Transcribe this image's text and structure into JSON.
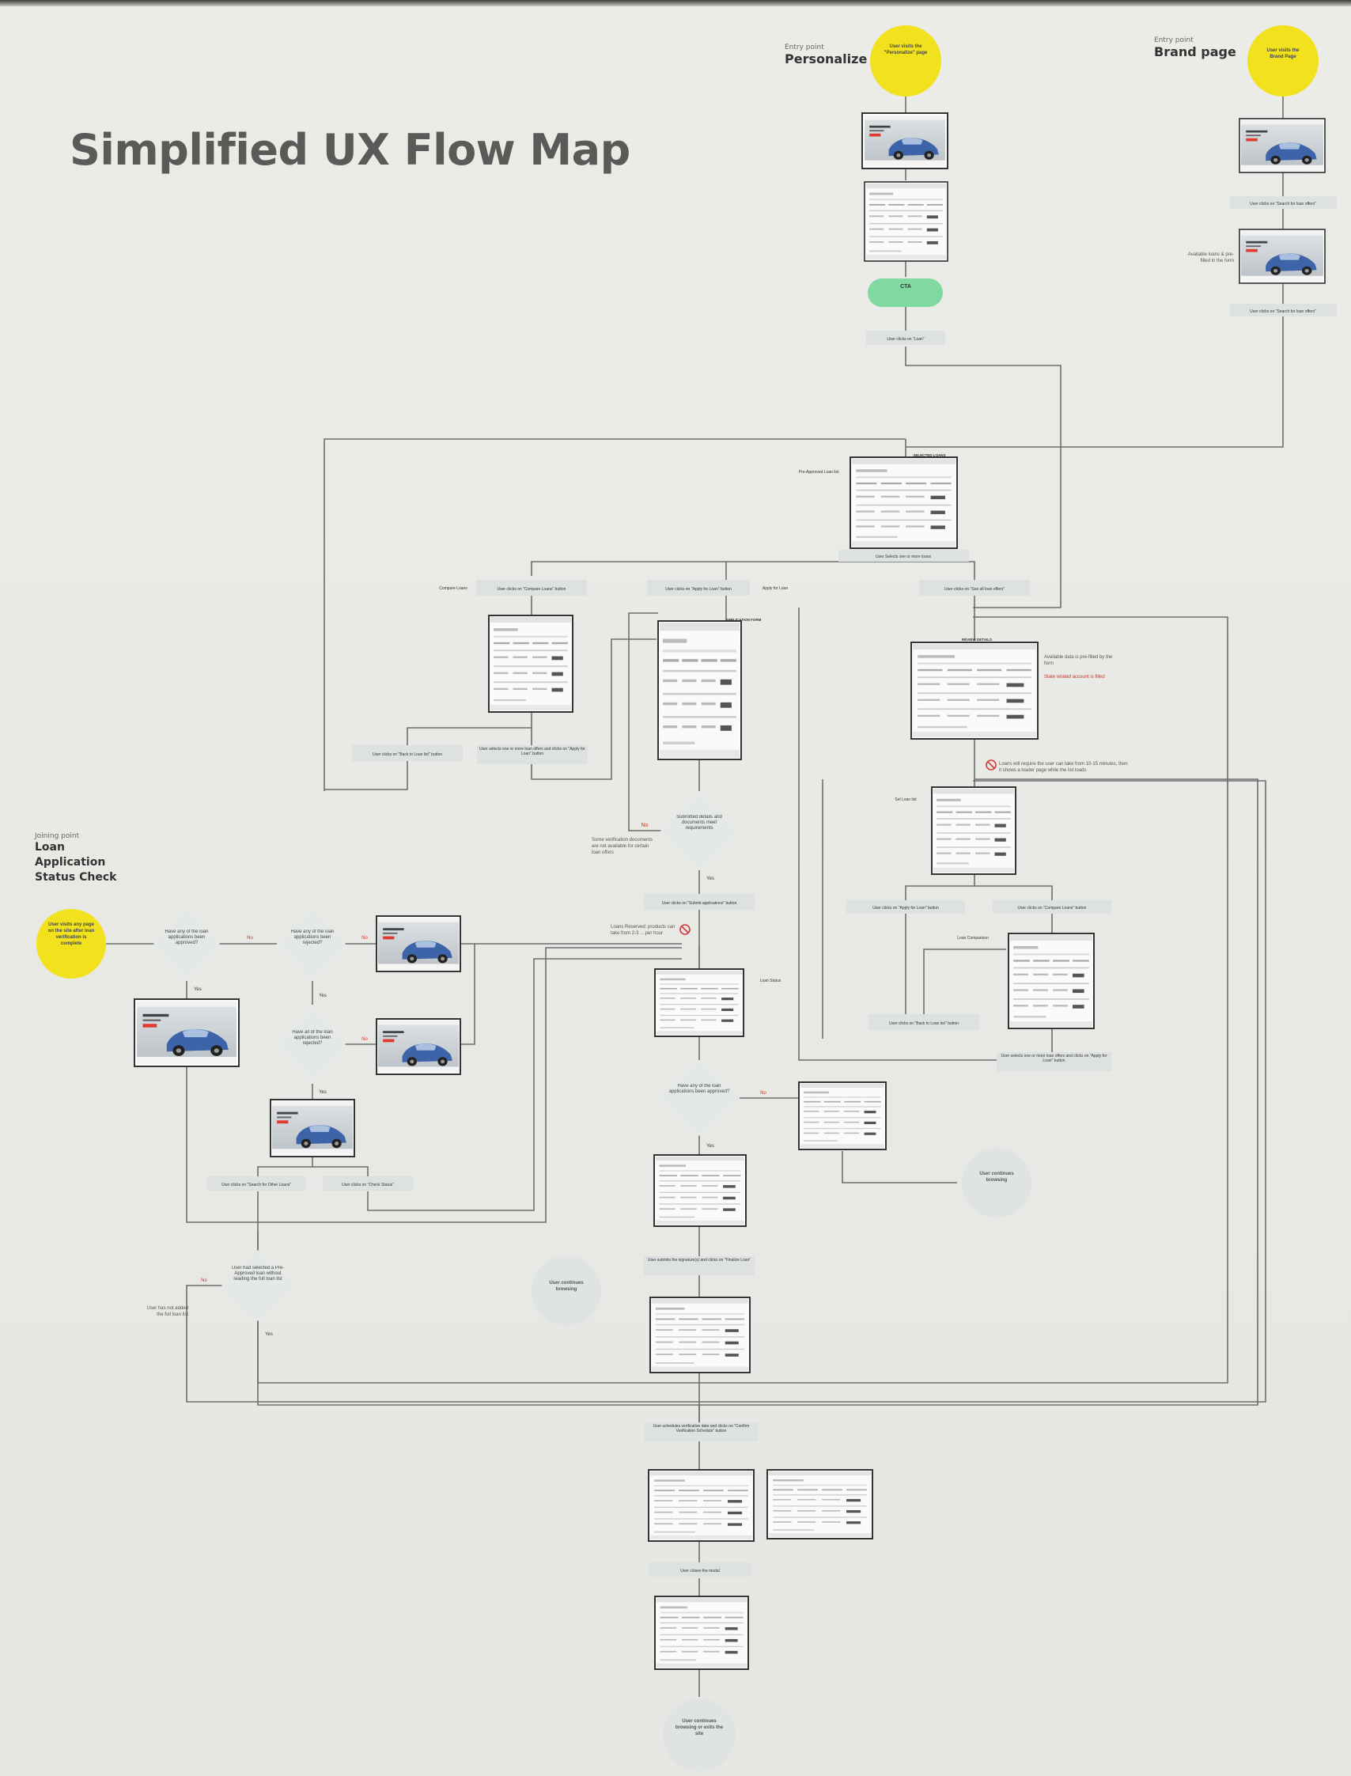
{
  "title": "Simplified UX Flow Map",
  "entry_points": [
    {
      "caption": "Entry point",
      "name": "Personalize"
    },
    {
      "caption": "Entry point",
      "name": "Brand page"
    },
    {
      "caption": "Joining point",
      "name": "Loan Application Status Check"
    }
  ],
  "circles": {
    "visit_personalize": "User visits the \"Personalize\" page",
    "visit_brand": "User visits the Brand Page",
    "visit_any_page": "User visits any page on the site after loan verification is complete",
    "continue_1": "User continues browsing",
    "continue_2": "User continues browsing",
    "continue_exit": "User continues browsing or exits the site"
  },
  "cta": "CTA",
  "labels": {
    "clicks_loan": "User clicks on \"Loan\"",
    "brand_search": "User clicks on \"Search for loan offers\"",
    "brand_filter": "User clicks on \"Search for loan offers\"",
    "brand_note": "Available loans & pre-filled in the form",
    "approved_list": "Pre-Approved Loan list",
    "selects_one": "User Selects one or more loans",
    "compare_btn": "User clicks on \"Compare Loans\" button",
    "apply_btn": "User clicks on \"Apply for Loan\" button",
    "see_offers_btn": "User clicks on \"See all loan offers\"",
    "compare_loans": "Compare Loans",
    "apply_for_loan": "Apply for Loan",
    "back_list": "User clicks on \"Back to Loan list\" button",
    "select_apply": "User selects one or more loan offers and clicks on \"Apply for Loan\" button",
    "prefilled_note": "Available data is pre-filled by the form",
    "state_note": "State related account is filled",
    "timing_note": "Loans will require the user can take from 10-15 minutes, then it shows a loader page while the list loads",
    "decision_docs": "Submitted details and documents meet requirements",
    "docs_warning": "Some verification documents are not available for certain loan offers",
    "submit_apps": "User clicks on \"Submit applications\" button",
    "notice_note": "Loans Reserved: products can take from 2-3 ... per hour",
    "sel_loans": "Sel Loan list",
    "apply_loan_btn": "User clicks on \"Apply for Loan\" button",
    "compare_loans_btn": "User clicks on \"Compare Loans\" button",
    "loan_comparison": "Loan Comparison",
    "back_to_list_btn": "User clicks on \"Back to Loan list\" button",
    "select_more": "User selects one or more loan offers and clicks on \"Apply for Loan\" button",
    "any_approved": "Have any of the loan applications been approved?",
    "any_rejected": "Have any of the loan applications been rejected?",
    "all_rejected": "Have all of the loan applications been rejected?",
    "search_other": "User clicks on \"Search for Other Loans\"",
    "check_status": "User clicks on \"Check Status\"",
    "had_selected": "User had selected a Pre-Approved loan without reading the full loan list",
    "not_added": "User has not added the full loan list",
    "loan_status": "Loan Status",
    "pending_approved": "Have any of the loan applications been approved?",
    "submit_signature": "User submits the signature(s) and clicks on \"Finalize Loan\"",
    "schedule_confirm": "User schedules verification date and clicks on \"Confirm Verification Schedule\" button",
    "closes_modal": "User closes the modal",
    "yes": "Yes",
    "no": "No",
    "approved_header": "SELECTED LOANS",
    "app_header": "APPLICATION FORM",
    "review_header": "REVIEW DETAILS"
  }
}
